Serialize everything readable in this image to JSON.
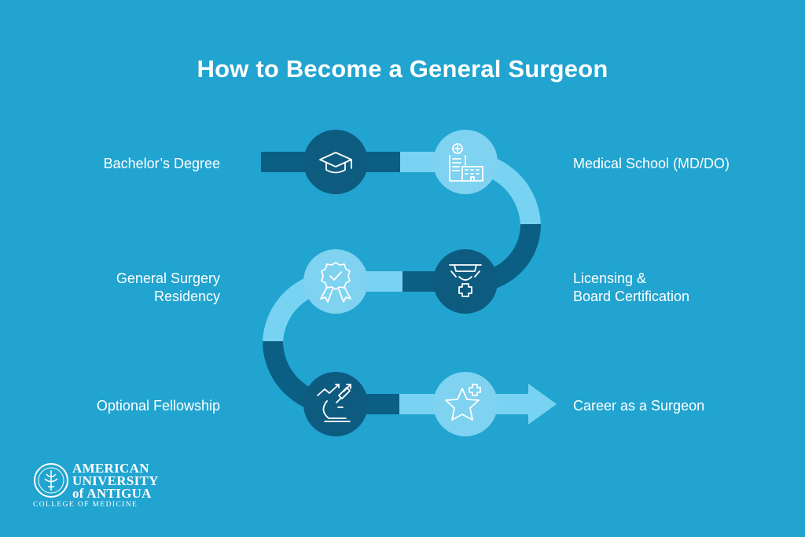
{
  "title": "How to Become a General Surgeon",
  "colors": {
    "background": "#21a4d0",
    "dark_segment": "#0b5f85",
    "light_segment": "#78d3f3",
    "dark_circle": "#0e5b80",
    "light_circle": "#7fd2f0",
    "text": "#ffffff"
  },
  "steps": [
    {
      "label_lines": [
        "Bachelor’s Degree"
      ],
      "icon": "graduation-cap-icon"
    },
    {
      "label_lines": [
        "Medical School (MD/DO)"
      ],
      "icon": "hospital-building-icon"
    },
    {
      "label_lines": [
        "Licensing &",
        "Board Certification"
      ],
      "icon": "surgical-lamp-cross-icon"
    },
    {
      "label_lines": [
        "General Surgery",
        "Residency"
      ],
      "icon": "award-badge-icon"
    },
    {
      "label_lines": [
        "Optional Fellowship"
      ],
      "icon": "microscope-chart-icon"
    },
    {
      "label_lines": [
        "Career as a Surgeon"
      ],
      "icon": "star-cross-icon"
    }
  ],
  "logo": {
    "lines": [
      "AMERICAN",
      "UNIVERSITY",
      "of ANTIGUA"
    ],
    "subtitle": "COLLEGE OF MEDICINE",
    "icon": "university-seal-icon"
  }
}
